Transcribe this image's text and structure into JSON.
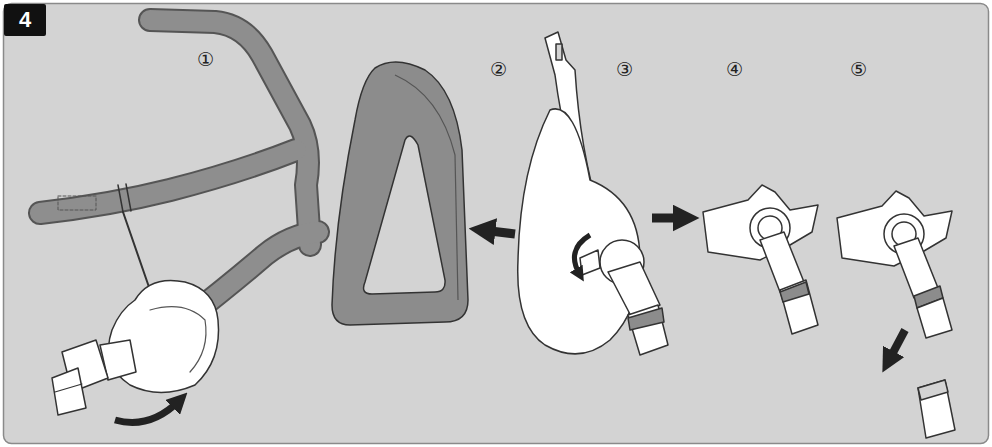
{
  "diagram": {
    "nodes": [
      {
        "text": [
          "4"
        ]
      }
    ],
    "labels": [
      "①",
      "②",
      "③",
      "④",
      "⑤"
    ]
  }
}
